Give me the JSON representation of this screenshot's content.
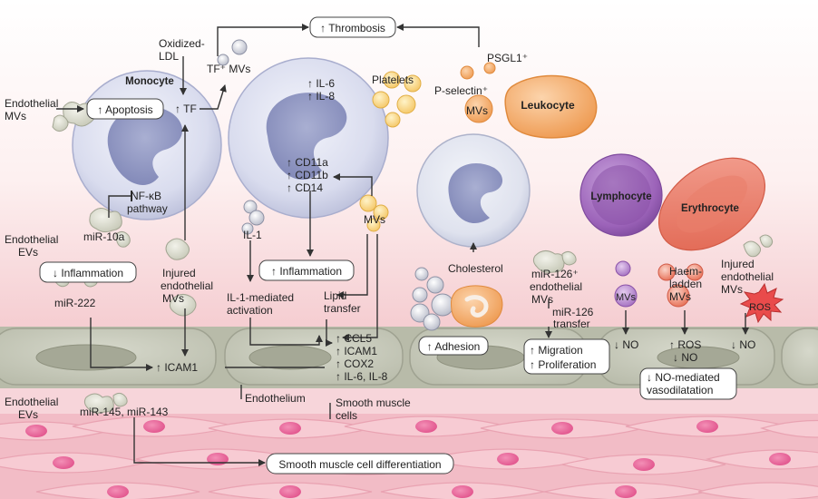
{
  "cells": {
    "monocyte": "Monocyte",
    "leukocyte": "Leukocyte",
    "lymphocyte": "Lymphocyte",
    "erythrocyte": "Erythrocyte"
  },
  "labels": {
    "thrombosis": "↑ Thrombosis",
    "oxidized_ldl_1": "Oxidized-",
    "oxidized_ldl_2": "LDL",
    "tf_mvs": "TF⁺ MVs",
    "psgl1": "PSGL1⁺",
    "platelets": "Platelets",
    "p_selectin": "P-selectin⁺",
    "mvs_leuko": "MVs",
    "endothelial_mvs_1": "Endothelial",
    "endothelial_mvs_2": "MVs",
    "apoptosis": "↑ Apoptosis",
    "tf": "↑ TF",
    "il6": "↑ IL-6",
    "il8": "↑ IL-8",
    "cd11a": "↑ CD11a",
    "cd11b": "↑ CD11b",
    "cd14": "↑ CD14",
    "nfkb_1": "NF-κB",
    "nfkb_2": "pathway",
    "il1": "IL-1",
    "mvs_mid": "MVs",
    "endothelial_evs_1": "Endothelial",
    "endothelial_evs_2": "EVs",
    "mir10a": "miR-10a",
    "inflammation_down": "↓ Inflammation",
    "injured_mvs_1": "Injured",
    "injured_mvs_2": "endothelial",
    "injured_mvs_3": "MVs",
    "inflammation_up": "↑ Inflammation",
    "cholesterol": "Cholesterol",
    "mir126_1": "miR-126⁺",
    "mir126_2": "endothelial",
    "mir126_3": "MVs",
    "mir126_transfer_1": "miR-126",
    "mir126_transfer_2": "transfer",
    "mvs_lympho": "MVs",
    "haem_1": "Haem-",
    "haem_2": "ladden",
    "haem_3": "MVs",
    "injured_right_1": "Injured",
    "injured_right_2": "endothelial",
    "injured_right_3": "MVs",
    "ros_burst": "ROS",
    "mir222": "miR-222",
    "il1_activation_1": "IL-1-mediated",
    "il1_activation_2": "activation",
    "lipid_1": "Lipid",
    "lipid_2": "transfer",
    "ccl5": "↑ CCL5",
    "icam1_list": "↑ ICAM1",
    "cox2": "↑ COX2",
    "il6il8": "↑ IL-6, IL-8",
    "adhesion": "↑ Adhesion",
    "migration": "↑ Migration",
    "proliferation": "↑ Proliferation",
    "no_down_1": "↓ NO",
    "ros_up": "↑ ROS",
    "no_down_2": "↓ NO",
    "no_down_3": "↓ NO",
    "icam1": "↑ ICAM1",
    "vasodil_1": "↓ NO-mediated",
    "vasodil_2": "vasodilatation",
    "endothelium": "Endothelium",
    "smc_1": "Smooth muscle",
    "smc_2": "cells",
    "endothelial_evs_b1": "Endothelial",
    "endothelial_evs_b2": "EVs",
    "mir145": "miR-145, miR-143",
    "smc_diff": "Smooth muscle cell differentiation"
  }
}
